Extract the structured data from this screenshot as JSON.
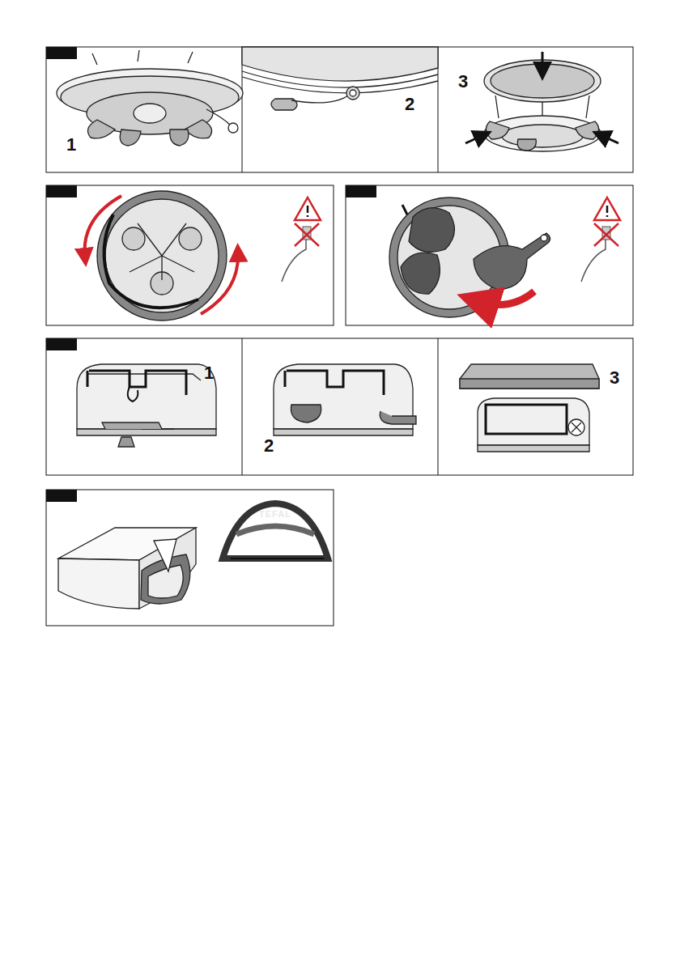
{
  "diagram": {
    "labels": [
      "1",
      "2",
      "3",
      "1",
      "2",
      "3",
      "TEFAL"
    ]
  }
}
